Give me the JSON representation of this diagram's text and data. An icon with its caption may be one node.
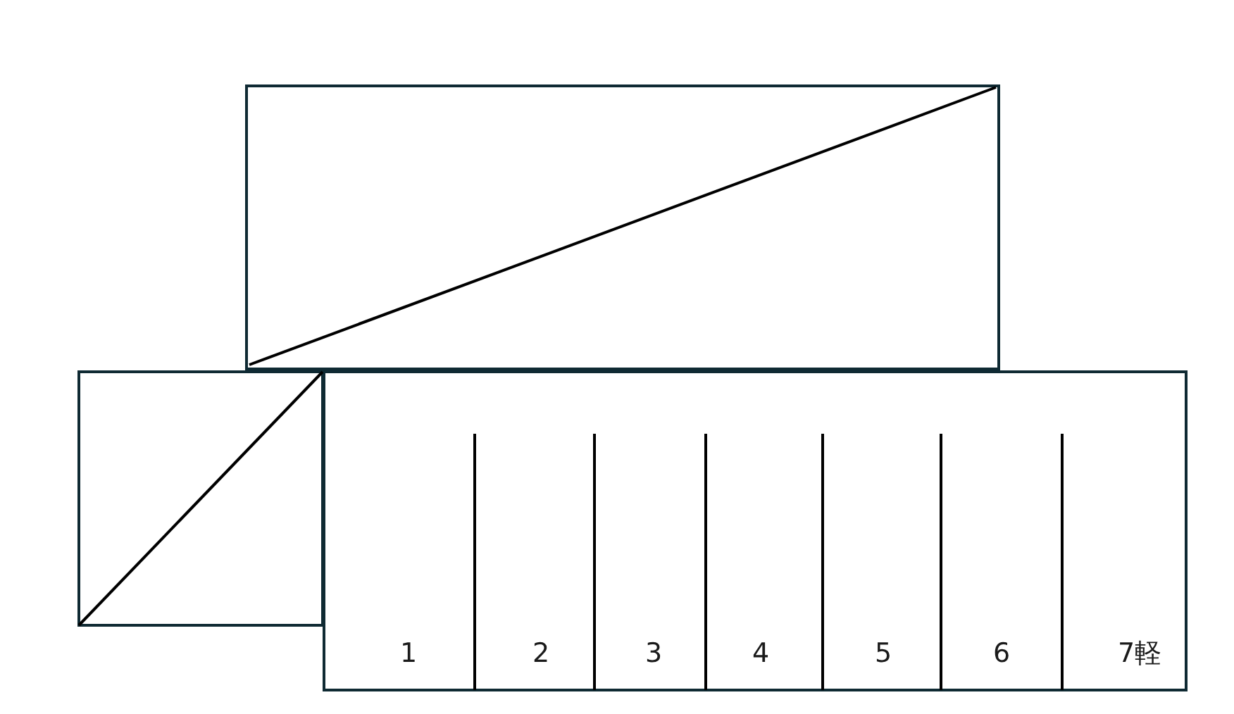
{
  "diagram": {
    "nodes": [
      {
        "text": [],
        "shape": "box"
      },
      {
        "text": [],
        "shape": "box"
      },
      {
        "text": [],
        "shape": "box"
      }
    ],
    "edges": [],
    "labels": [
      "1",
      "2",
      "3",
      "4",
      "5",
      "6",
      "7軽"
    ]
  }
}
